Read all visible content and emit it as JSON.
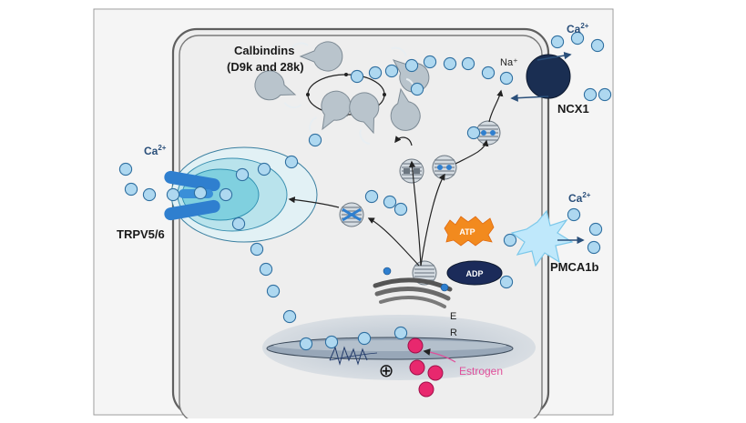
{
  "labels": {
    "calbindins_line1": "Calbindins",
    "calbindins_line2": "(D9k and 28k)",
    "na": "Na⁺",
    "ncx1": "NCX1",
    "ca_top_base": "Ca",
    "ca_top_sup": "2+",
    "ca_left_base": "Ca",
    "ca_left_sup": "2+",
    "ca_right_base": "Ca",
    "ca_right_sup": "2+",
    "trpv": "TRPV5/6",
    "atp": "ATP",
    "adp": "ADP",
    "pmca": "PMCA1b",
    "er_e": "E",
    "er_r": "R",
    "estrogen": "Estrogen",
    "plus": "⊕"
  },
  "colors": {
    "background": "#ffffff",
    "cell_fill": "#eeeeee",
    "membrane": "#666666",
    "ion_fill": "#aed8f0",
    "ion_stroke": "#2f6fa0",
    "ncx1_fill": "#1a2e52",
    "atp_fill": "#f28a1e",
    "adp_fill": "#1b2b5a",
    "pmca_fill": "#bfe8fb",
    "trpv_fill": "#2f7fcf",
    "estrogen_fill": "#e8286e",
    "estrogen_text": "#e0509a",
    "arrow": "#222222",
    "er_fill": "#a9b6c4"
  }
}
